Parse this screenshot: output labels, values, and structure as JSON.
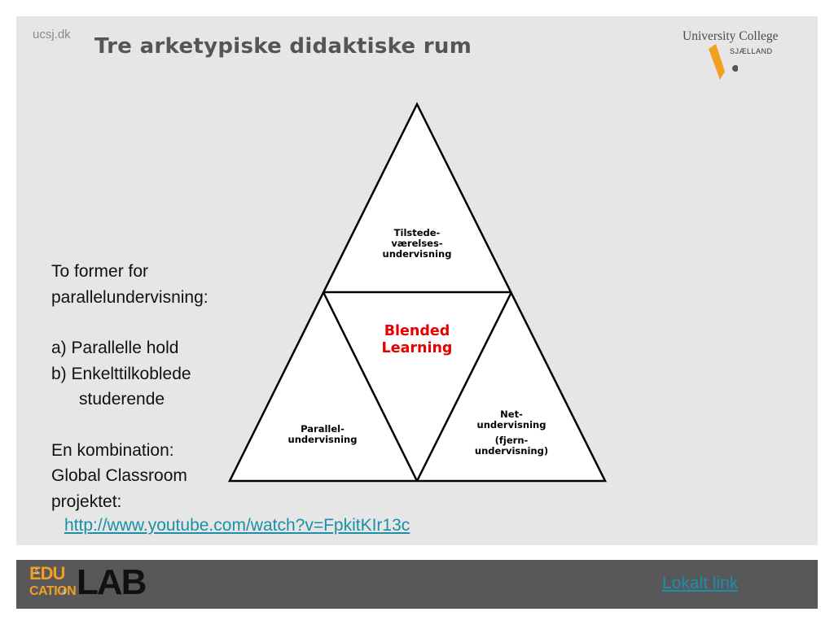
{
  "header": {
    "site": "ucsj.dk",
    "title": "Tre arketypiske didaktiske rum"
  },
  "logo": {
    "name": "University College",
    "sub": "SJÆLLAND"
  },
  "left_text": {
    "line1": "To former for",
    "line2": "parallelundervisning:",
    "line3": "a) Parallelle hold",
    "line4": "b) Enkelttilkoblede",
    "line5": "studerende",
    "line6": "En kombination:",
    "line7": "Global Classroom",
    "line8": "projektet:"
  },
  "diagram": {
    "top": [
      "Tilstede-",
      "værelses-",
      "undervisning"
    ],
    "center": [
      "Blended",
      "Learning"
    ],
    "left": [
      "Parallel-",
      "undervisning"
    ],
    "right": [
      "Net-",
      "undervisning",
      "(fjern-",
      "undervisning)"
    ]
  },
  "link": "http://www.youtube.com/watch?v=FpkitKIr13c",
  "footer": {
    "edu_top": "EDU",
    "edu_bottom": "CATION",
    "lab": "LAB",
    "tiny": "5",
    "tiny2": "4",
    "lokalt": "Lokalt link"
  },
  "colors": {
    "slide_bg": "#e6e6e6",
    "footer_bg": "#58585a",
    "link": "#1a8fa8",
    "accent_red": "#e60000",
    "logo_orange": "#f0a020"
  }
}
